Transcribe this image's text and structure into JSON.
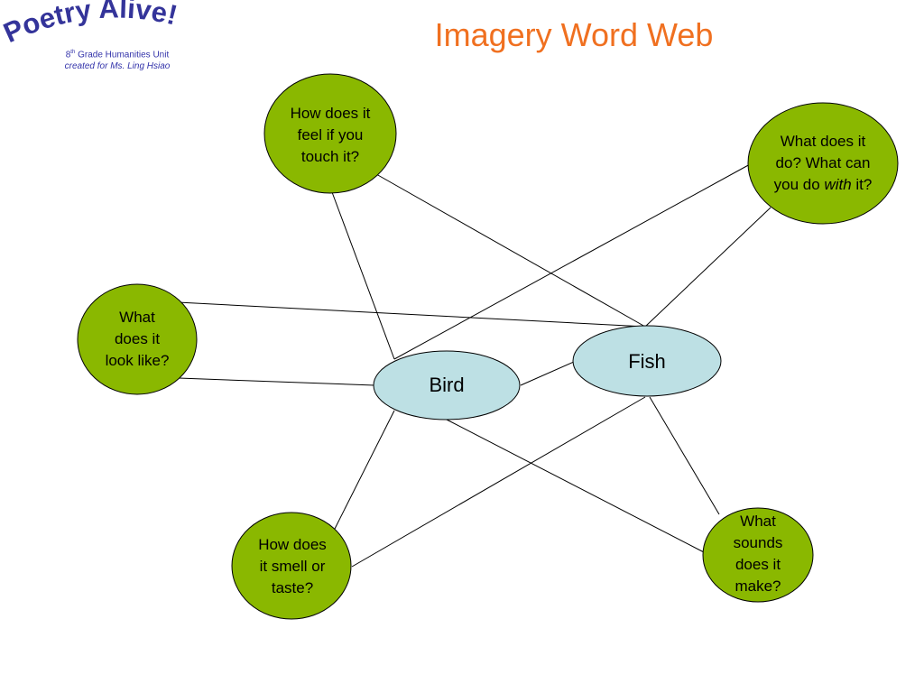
{
  "logo": {
    "text": "Poetry Alive!",
    "color": "#34349a"
  },
  "subtitle": {
    "grade_num": "8",
    "grade_sup": "th",
    "grade_rest": " Grade Humanities Unit",
    "credit": "created for Ms. Ling Hsiao"
  },
  "title": "Imagery Word Web",
  "colors": {
    "title": "#f07020",
    "question_fill": "#8ab800",
    "hub_fill": "#bde0e4",
    "stroke": "#000000"
  },
  "hubs": {
    "bird": "Bird",
    "fish": "Fish"
  },
  "questions": {
    "touch": "How does it feel if you touch it?",
    "do_pre": "What does it do? What can you do ",
    "do_em": "with",
    "do_post": " it?",
    "look": "What does it look like?",
    "smell": "How does it smell or taste?",
    "sound": "What sounds does it make?"
  }
}
